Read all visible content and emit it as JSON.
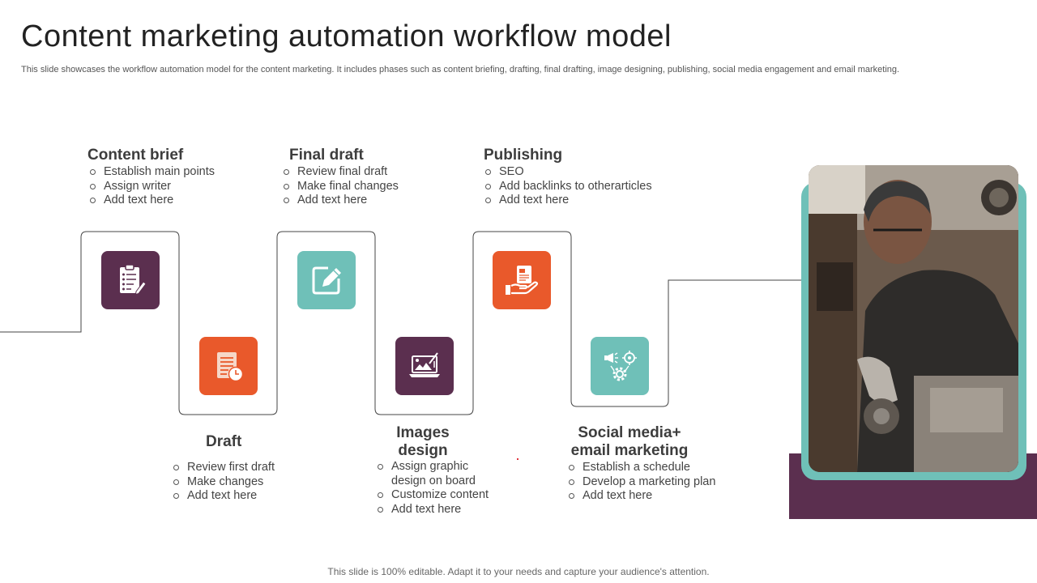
{
  "title": "Content marketing automation workflow model",
  "subtitle": "This slide showcases the workflow automation model for the content marketing. It includes phases such as content briefing, drafting, final drafting, image designing, publishing, social media engagement and email marketing.",
  "colors": {
    "plum": "#5b2f4f",
    "teal": "#6fc0b8",
    "orange": "#e9592b"
  },
  "steps": [
    {
      "title": "Content brief",
      "icon": "clipboard-checklist-icon",
      "color": "plum",
      "bullets": [
        "Establish main points",
        "Assign writer",
        "Add text here"
      ]
    },
    {
      "title": "Draft",
      "icon": "document-clock-icon",
      "color": "orange",
      "bullets": [
        "Review first draft",
        "Make changes",
        "Add text here"
      ]
    },
    {
      "title": "Final draft",
      "icon": "edit-pencil-icon",
      "color": "teal",
      "bullets": [
        "Review final draft",
        "Make final changes",
        "Add text here"
      ]
    },
    {
      "title_line1": "Images",
      "title_line2": "design",
      "icon": "image-design-laptop-icon",
      "color": "plum",
      "bullets": [
        "Assign graphic design on board",
        "Customize content",
        "Add text here"
      ]
    },
    {
      "title": "Publishing",
      "icon": "hand-document-icon",
      "color": "orange",
      "bullets": [
        "SEO",
        "Add backlinks to otherarticles",
        "Add text here"
      ]
    },
    {
      "title_line1": "Social media+",
      "title_line2": "email marketing",
      "icon": "megaphone-target-gear-icon",
      "color": "teal",
      "bullets": [
        "Establish a schedule",
        "Develop a marketing plan",
        "Add text here"
      ]
    }
  ],
  "footer": "This slide is 100% editable. Adapt it to your needs and capture your audience's attention."
}
